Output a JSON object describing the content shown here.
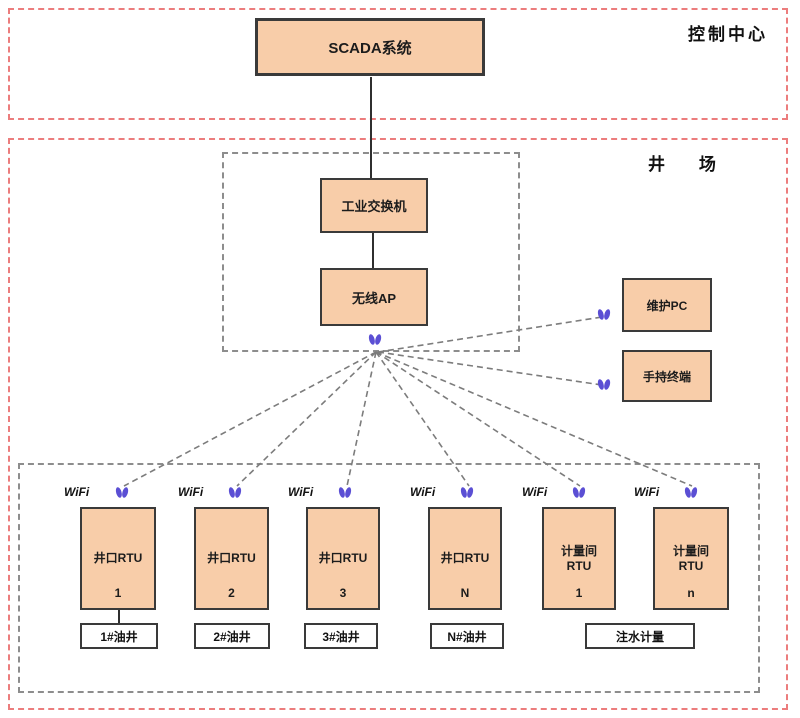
{
  "diagram": {
    "control_center": {
      "zone_label": "控制中心",
      "scada_label": "SCADA系统"
    },
    "well_site": {
      "zone_label": "井    场",
      "industrial_switch_label": "工业交换机",
      "wireless_ap_label": "无线AP",
      "maintenance_pc_label": "维护PC",
      "handheld_terminal_label": "手持终端",
      "wifi_label": "WiFi",
      "rtus": [
        {
          "title": "井口RTU",
          "sub": "",
          "num": "1"
        },
        {
          "title": "井口RTU",
          "sub": "",
          "num": "2"
        },
        {
          "title": "井口RTU",
          "sub": "",
          "num": "3"
        },
        {
          "title": "井口RTU",
          "sub": "",
          "num": "N"
        },
        {
          "title": "计量间",
          "sub": "RTU",
          "num": "1"
        },
        {
          "title": "计量间",
          "sub": "RTU",
          "num": "n"
        }
      ],
      "wells": [
        {
          "label": "1#油井"
        },
        {
          "label": "2#油井"
        },
        {
          "label": "3#油井"
        },
        {
          "label": "N#油井"
        },
        {
          "label": "注水计量"
        }
      ]
    },
    "colors": {
      "node_fill": "#f8cda9",
      "node_border": "#3a3a3a",
      "zone_red": "#ec7d7d",
      "zone_gray": "#8d8d8d",
      "antenna_purple": "#5b4fd4"
    }
  }
}
